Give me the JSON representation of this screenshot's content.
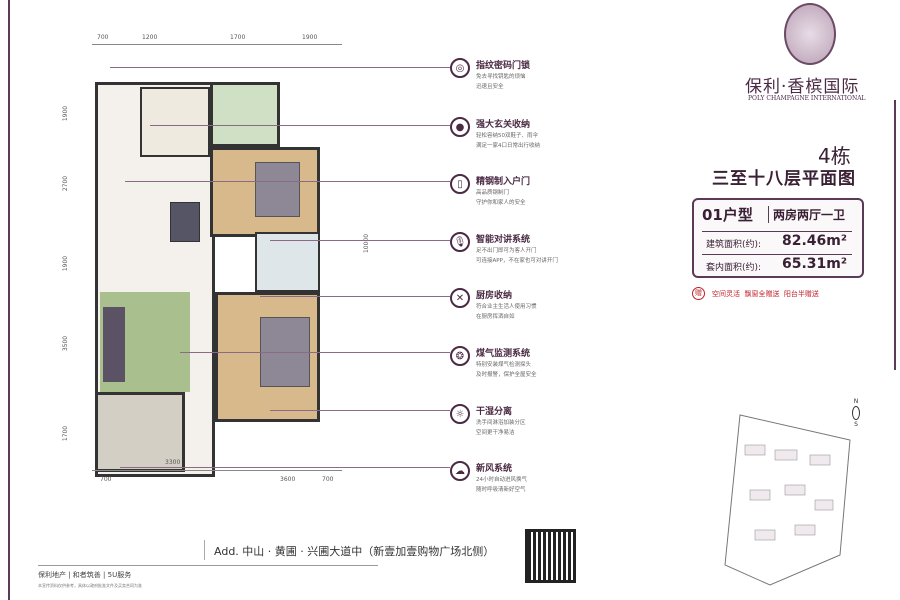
{
  "dimensions": {
    "top": [
      "700",
      "1200",
      "1700",
      "1900"
    ],
    "left": [
      "1900",
      "2700",
      "1900",
      "3500",
      "1700"
    ],
    "right": "10000",
    "bottom": [
      "700",
      "3300",
      "3600",
      "700"
    ]
  },
  "features": [
    {
      "icon": "fingerprint-icon",
      "glyph": "◎",
      "title": "指纹密码门锁",
      "lines": [
        "免去寻找钥匙的烦恼",
        "迅速且安全"
      ]
    },
    {
      "icon": "storage-icon",
      "glyph": "●",
      "title": "强大玄关收纳",
      "lines": [
        "轻松容纳50双鞋子、雨伞",
        "满足一家4口日常出行收纳"
      ]
    },
    {
      "icon": "door-icon",
      "glyph": "▯",
      "title": "精钢制入户门",
      "lines": [
        "高品质钢制门",
        "守护你和家人的安全"
      ]
    },
    {
      "icon": "intercom-icon",
      "glyph": "🎙",
      "title": "智能对讲系统",
      "lines": [
        "足不出门即可为客人开门",
        "可连接APP，不在家也可对讲开门"
      ]
    },
    {
      "icon": "kitchen-icon",
      "glyph": "✕",
      "title": "厨房收纳",
      "lines": [
        "符合业主生活人使用习惯",
        "在厨房挥洒自如"
      ]
    },
    {
      "icon": "gas-icon",
      "glyph": "❂",
      "title": "煤气监测系统",
      "lines": [
        "特别安装煤气检测探头",
        "及时报警，保护全屋安全"
      ]
    },
    {
      "icon": "dry-wet-icon",
      "glyph": "☼",
      "title": "干湿分离",
      "lines": [
        "洗手间淋浴加装分区",
        "空间更干净易洁"
      ]
    },
    {
      "icon": "fresh-air-icon",
      "glyph": "☁",
      "title": "新风系统",
      "lines": [
        "24小时自动进风换气",
        "随时呼吸清新好空气"
      ]
    }
  ],
  "brand": {
    "name_cn": "保利·香槟国际",
    "name_en": "POLY CHAMPAGNE INTERNATIONAL"
  },
  "title": {
    "building": "4栋",
    "floors": "三至十八层平面图"
  },
  "unit": {
    "type": "01户型",
    "layout": "两房两厅一卫",
    "build_area_label": "建筑面积(约):",
    "build_area": "82.46m²",
    "inner_area_label": "套内面积(约):",
    "inner_area": "65.31m²"
  },
  "gift": {
    "badge": "赠",
    "text": "空间灵活  飘窗全赠送  阳台半赠送"
  },
  "address": "Add. 中山 · 黄圃 · 兴圃大道中（新壹加壹购物广场北侧）",
  "footer": {
    "partners": "保利地产 | 和者筑善 | 5U服务",
    "disclaimer": "本宣传资料仅供参考，具体以政府批准文件及买卖合同为准"
  },
  "compass": {
    "north": "N",
    "south": "S"
  },
  "colors": {
    "brand": "#4a2a44",
    "accent": "#c0202a"
  }
}
